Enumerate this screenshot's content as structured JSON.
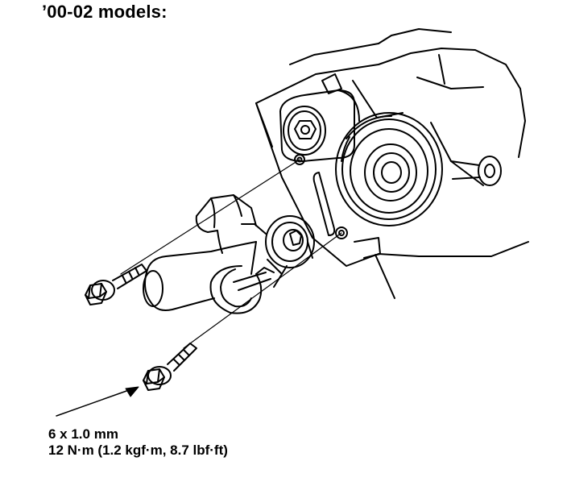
{
  "header": {
    "title": "’00-02 models:"
  },
  "callout": {
    "bolt_size": "6 x 1.0 mm",
    "torque": "12 N·m (1.2 kgf·m, 8.7 lbf·ft)"
  }
}
